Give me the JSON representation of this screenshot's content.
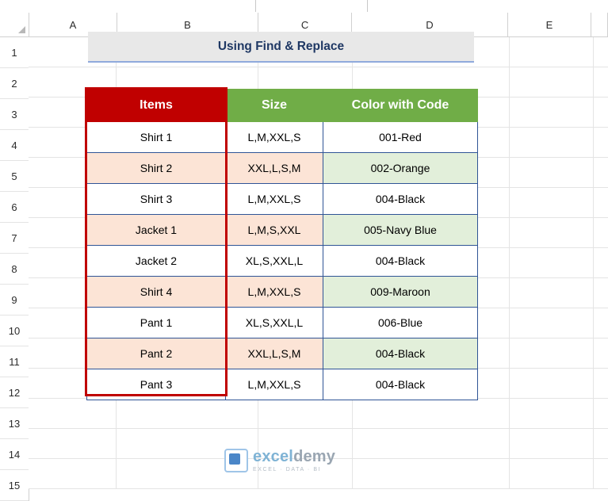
{
  "app": {
    "type": "spreadsheet"
  },
  "columns": [
    "A",
    "B",
    "C",
    "D",
    "E"
  ],
  "rows": [
    "1",
    "2",
    "3",
    "4",
    "5",
    "6",
    "7",
    "8",
    "9",
    "10",
    "11",
    "12",
    "13",
    "14",
    "15"
  ],
  "banner": {
    "title": "Using Find & Replace"
  },
  "table": {
    "headers": [
      "Items",
      "Size",
      "Color with Code"
    ],
    "header_colors": {
      "items": "#C00000",
      "size": "#70AD47",
      "color_with_code": "#70AD47"
    },
    "rows": [
      {
        "items": "Shirt 1",
        "size": "L,M,XXL,S",
        "color": "001-Red",
        "shade": "white"
      },
      {
        "items": "Shirt 2",
        "size": "XXL,L,S,M",
        "color": "002-Orange",
        "shade": "tint"
      },
      {
        "items": "Shirt 3",
        "size": "L,M,XXL,S",
        "color": "004-Black",
        "shade": "white"
      },
      {
        "items": "Jacket 1",
        "size": "L,M,S,XXL",
        "color": "005-Navy Blue",
        "shade": "tint"
      },
      {
        "items": "Jacket 2",
        "size": "XL,S,XXL,L",
        "color": "004-Black",
        "shade": "white"
      },
      {
        "items": "Shirt 4",
        "size": "L,M,XXL,S",
        "color": "009-Maroon",
        "shade": "tint"
      },
      {
        "items": "Pant 1",
        "size": "XL,S,XXL,L",
        "color": "006-Blue",
        "shade": "white"
      },
      {
        "items": "Pant 2",
        "size": "XXL,L,S,M",
        "color": "004-Black",
        "shade": "tint"
      },
      {
        "items": "Pant 3",
        "size": "L,M,XXL,S",
        "color": "004-Black",
        "shade": "white"
      }
    ]
  },
  "watermark": {
    "main_a": "excel",
    "main_b": "demy",
    "sub": "EXCEL · DATA · BI"
  }
}
